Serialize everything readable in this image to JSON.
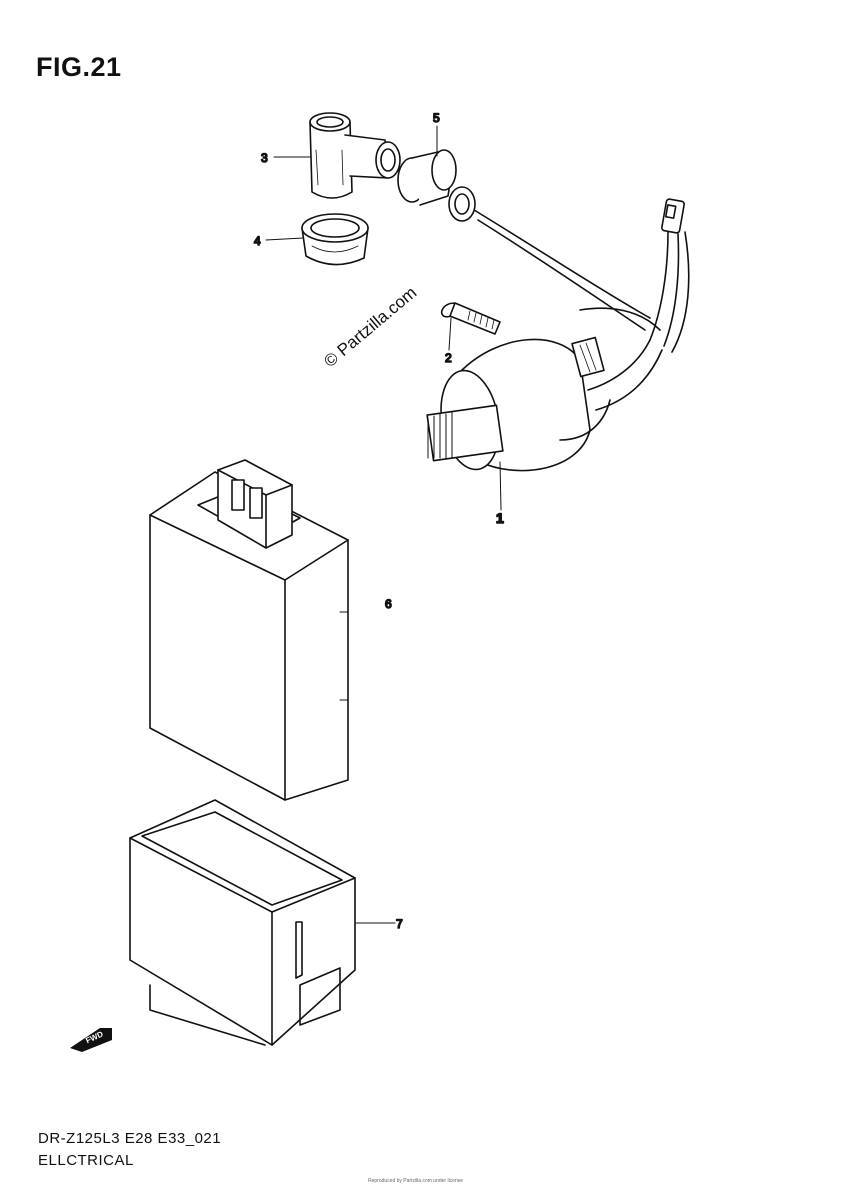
{
  "figure": {
    "title": "FIG.21",
    "watermark": "© Partzilla.com",
    "forward_badge": "FWD"
  },
  "callouts": [
    {
      "id": "1",
      "label": "1"
    },
    {
      "id": "2",
      "label": "2"
    },
    {
      "id": "3",
      "label": "3"
    },
    {
      "id": "4",
      "label": "4"
    },
    {
      "id": "5",
      "label": "5"
    },
    {
      "id": "6",
      "label": "6"
    },
    {
      "id": "7",
      "label": "7"
    }
  ],
  "footer": {
    "model_code": "DR-Z125L3 E28 E33_021",
    "section_name": "ELLCTRICAL",
    "copyright": "Reproduced by Partzilla.com under license"
  }
}
